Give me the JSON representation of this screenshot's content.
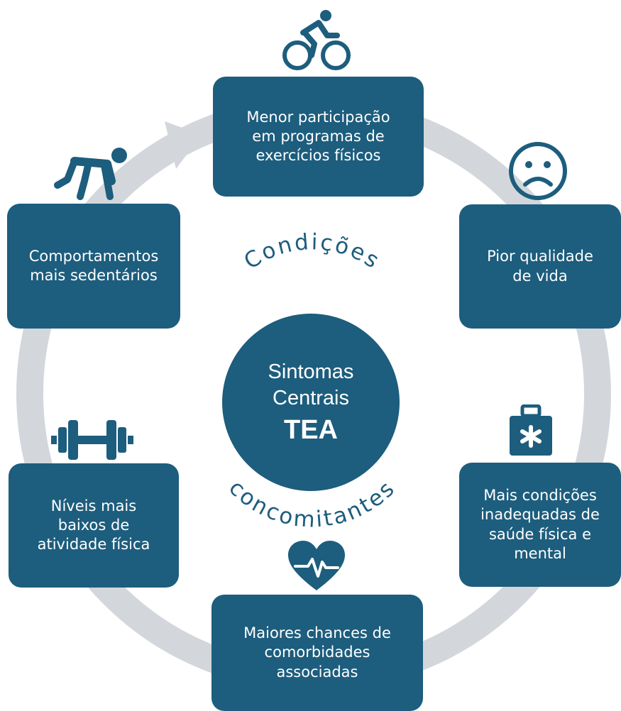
{
  "center": {
    "line1": "Sintomas",
    "line2": "Centrais",
    "line3": "TEA",
    "arc_top": "Condições",
    "arc_bottom": "concomitantes"
  },
  "nodes": {
    "top": "Menor participação\nem programas de\nexercícios físicos",
    "right": "Pior qualidade\nde vida",
    "bottom_right": "Mais condições\ninadequadas de\nsaúde física e\nmental",
    "bottom": "Maiores chances de\ncomorbidades\nassociadas",
    "bottom_left": "Níveis mais\nbaixos de\natividade física",
    "left": "Comportamentos\nmais sedentários"
  },
  "icons": {
    "top": "cyclist-icon",
    "right": "sad-face-icon",
    "bottom_right": "medical-kit-icon",
    "bottom": "heart-rate-icon",
    "bottom_left": "dumbbell-icon",
    "left": "runner-start-icon"
  },
  "colors": {
    "primary": "#1d5d7d",
    "ring": "#d3d7dc",
    "text_on_primary": "#ffffff"
  }
}
